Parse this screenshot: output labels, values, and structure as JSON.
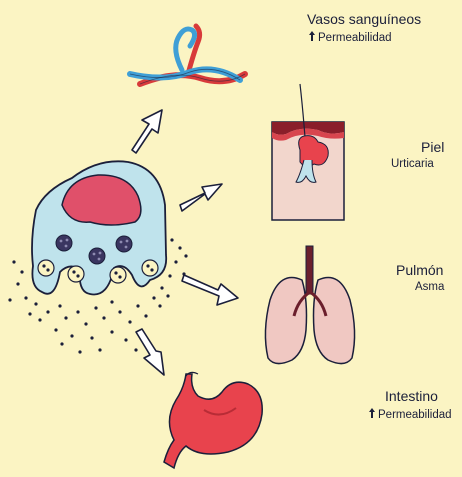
{
  "labels": {
    "vessels_title": "Vasos sanguíneos",
    "vessels_effect": "Permeabilidad",
    "skin_title": "Piel",
    "skin_effect": "Urticaria",
    "lung_title": "Pulmón",
    "lung_effect": "Asma",
    "intestine_title": "Intestino",
    "intestine_effect": "Permeabilidad"
  },
  "icons": {
    "increase": "up-arrow-icon"
  },
  "colors": {
    "background": "#fbf4c3",
    "cell_body": "#bfe3ec",
    "nucleus": "#e0506a",
    "granule": "#3a3560",
    "vein": "#3f9fd6",
    "artery": "#d83a3a",
    "skin": "#f2d6cc",
    "lung": "#f0c8c2",
    "stomach": "#e8434d",
    "text": "#1b1f3a"
  }
}
